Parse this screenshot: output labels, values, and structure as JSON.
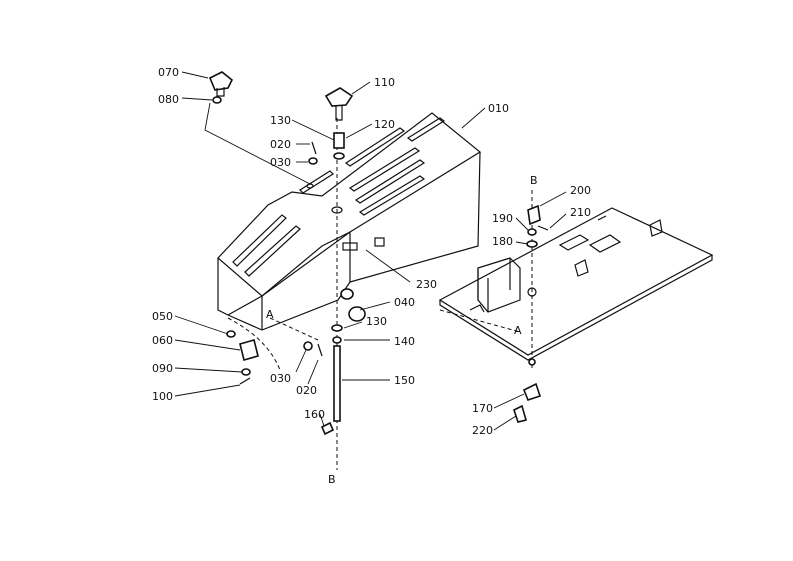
{
  "labels": {
    "p070": "070",
    "p080": "080",
    "p110": "110",
    "p130a": "130",
    "p120": "120",
    "p010": "010",
    "p020a": "020",
    "p030a": "030",
    "p230": "230",
    "p040": "040",
    "p130b": "130",
    "p140": "140",
    "p150": "150",
    "p050": "050",
    "p060": "060",
    "p090": "090",
    "p100": "100",
    "p030b": "030",
    "p020b": "020",
    "p160": "160",
    "p200": "200",
    "p210": "210",
    "p190": "190",
    "p180": "180",
    "p170": "170",
    "p220": "220",
    "markB_top": "B",
    "markB_bottom": "B",
    "markA_left": "A",
    "markA_right": "A"
  }
}
